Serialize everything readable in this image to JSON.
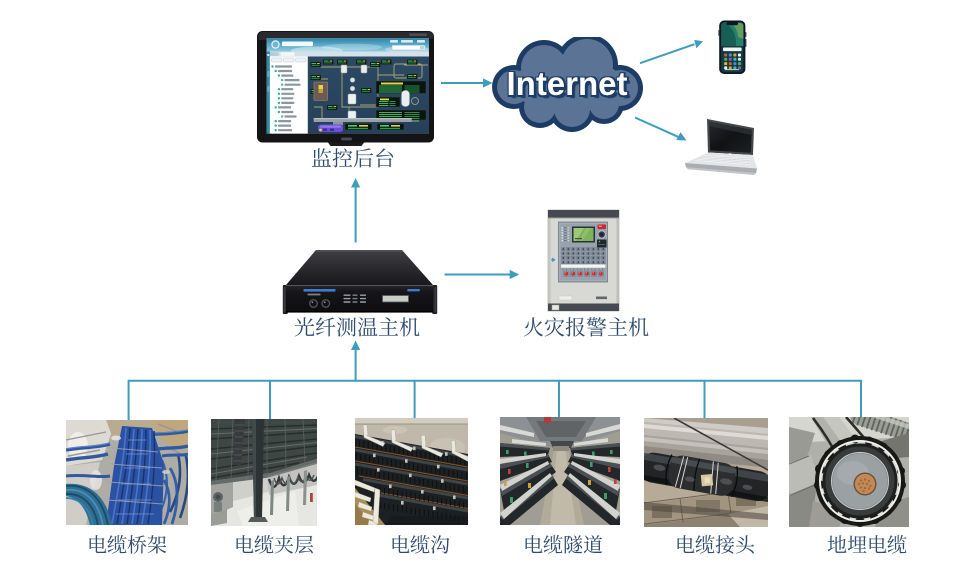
{
  "diagram": {
    "cloud": {
      "label": "Internet"
    },
    "nodes": {
      "monitor": {
        "label": "监控后台"
      },
      "fiber_host": {
        "label": "光纤测温主机"
      },
      "fire_alarm_host": {
        "label": "火灾报警主机"
      }
    },
    "sites": [
      {
        "label": "电缆桥架"
      },
      {
        "label": "电缆夹层"
      },
      {
        "label": "电缆沟"
      },
      {
        "label": "电缆隧道"
      },
      {
        "label": "电缆接头"
      },
      {
        "label": "地埋电缆"
      }
    ],
    "colors": {
      "connector": "#3e9dbb",
      "label_text": "#2e4a6e",
      "cloud_fill": "#5b7495",
      "cloud_border": "#1c3c66"
    }
  }
}
